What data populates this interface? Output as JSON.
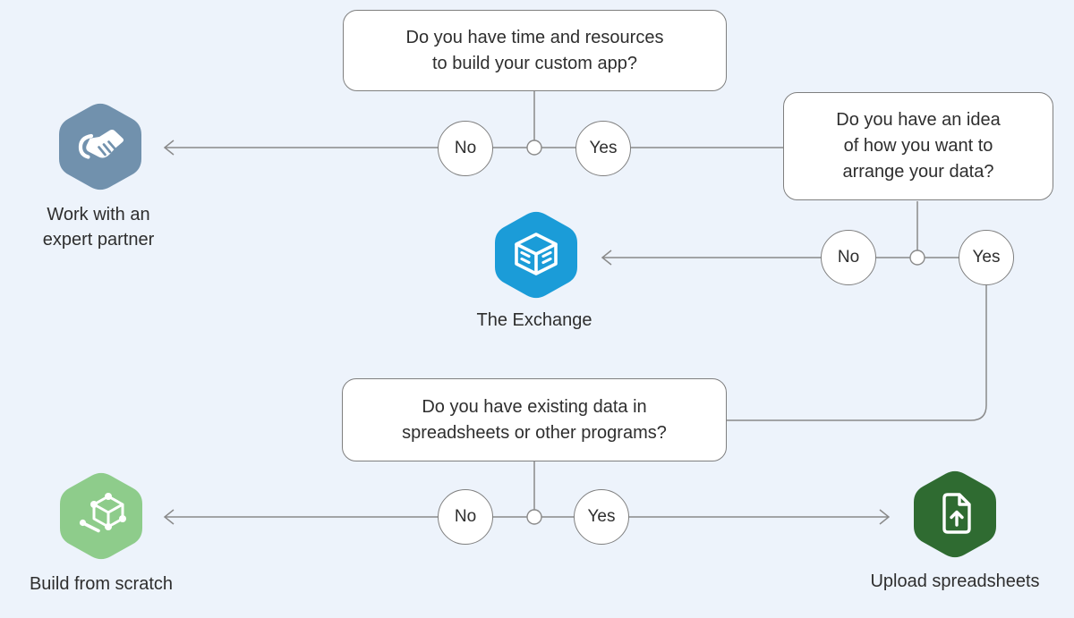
{
  "diagram": {
    "background_color": "#edf3fb",
    "line_color": "#8a8a8a",
    "box_border_color": "#7f7f7f",
    "text_color": "#2e2e2e"
  },
  "questions": {
    "q_time_resources": {
      "lines": [
        "Do you have time and resources",
        "to build your custom app?"
      ]
    },
    "q_arrange_data": {
      "lines": [
        "Do you have an idea",
        "of how you want to",
        "arrange your data?"
      ]
    },
    "q_existing_data": {
      "lines": [
        "Do you have existing data in",
        "spreadsheets or other programs?"
      ]
    }
  },
  "answers": {
    "no": "No",
    "yes": "Yes"
  },
  "nodes": {
    "partner": {
      "label_lines": [
        "Work with an",
        "expert partner"
      ],
      "color": "#7191ad",
      "icon": "handshake"
    },
    "exchange": {
      "label": "The Exchange",
      "color": "#1b9cd8",
      "icon": "isometric-cube"
    },
    "scratch": {
      "label": "Build from scratch",
      "color": "#8ecc8b",
      "icon": "wireframe-cube-pen"
    },
    "upload": {
      "label": "Upload spreadsheets",
      "color": "#2f6b31",
      "icon": "file-upload-arrow"
    }
  }
}
